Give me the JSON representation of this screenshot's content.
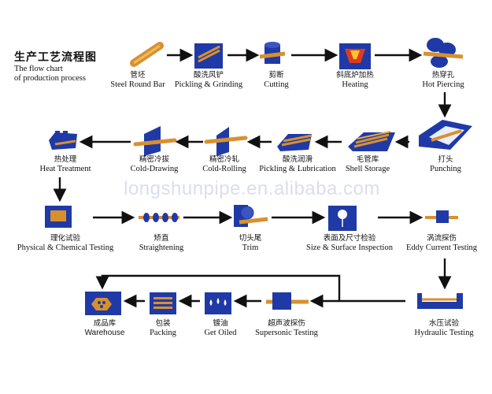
{
  "title": {
    "cn": "生产工艺流程图",
    "en_line1": "The flow chart",
    "en_line2": "of production process"
  },
  "watermark": "longshunpipe.en.alibaba.com",
  "colors": {
    "box": "#1f3aa6",
    "tube": "#d8902e",
    "arrow": "#111111"
  },
  "steps": [
    {
      "id": "steel-round-bar",
      "cn": "管坯",
      "en": "Steel Round Bar",
      "icon": "round-bar-icon"
    },
    {
      "id": "pickling-grinding",
      "cn": "酸洗风铲",
      "en": "Pickling & Grinding",
      "icon": "grinding-icon"
    },
    {
      "id": "cutting",
      "cn": "剪断",
      "en": "Cutting",
      "icon": "cutting-icon"
    },
    {
      "id": "heating",
      "cn": "斜底炉加热",
      "en": "Heating",
      "icon": "furnace-icon"
    },
    {
      "id": "hot-piercing",
      "cn": "热穿孔",
      "en": "Hot Piercing",
      "icon": "piercing-rolls-icon"
    },
    {
      "id": "punching",
      "cn": "打头",
      "en": "Punching",
      "icon": "punching-icon"
    },
    {
      "id": "shell-storage",
      "cn": "毛管库",
      "en": "Shell Storage",
      "icon": "tube-stack-icon"
    },
    {
      "id": "pickling-lubrication",
      "cn": "酸洗润滑",
      "en": "Pickling & Lubrication",
      "icon": "pickling-tank-icon"
    },
    {
      "id": "cold-rolling",
      "cn": "精密冷轧",
      "en": "Cold-Rolling",
      "icon": "cold-rolling-icon"
    },
    {
      "id": "cold-drawing",
      "cn": "精密冷拔",
      "en": "Cold-Drawing",
      "icon": "cold-drawing-icon"
    },
    {
      "id": "heat-treatment",
      "cn": "热处理",
      "en": "Heat Treatment",
      "icon": "heat-treatment-icon"
    },
    {
      "id": "physical-chemical-testing",
      "cn": "理化试验",
      "en": "Physical & Chemical Testing",
      "icon": "lab-test-icon"
    },
    {
      "id": "straightening",
      "cn": "矫直",
      "en": "Straightening",
      "icon": "straightening-icon"
    },
    {
      "id": "trim",
      "cn": "切头尾",
      "en": "Trim",
      "icon": "saw-icon"
    },
    {
      "id": "size-surface-inspection",
      "cn": "表面及尺寸检验",
      "en": "Size & Surface Inspection",
      "icon": "inspection-icon"
    },
    {
      "id": "eddy-current-testing",
      "cn": "涡流探伤",
      "en": "Eddy Current Testing",
      "icon": "eddy-current-icon"
    },
    {
      "id": "hydraulic-testing",
      "cn": "水压试验",
      "en": "Hydraulic Testing",
      "icon": "hydraulic-icon"
    },
    {
      "id": "supersonic-testing",
      "cn": "超声波探伤",
      "en": "Supersonic Testing",
      "icon": "ultrasonic-icon"
    },
    {
      "id": "get-oiled",
      "cn": "镀油",
      "en": "Get Oiled",
      "icon": "oil-drops-icon"
    },
    {
      "id": "packing",
      "cn": "包装",
      "en": "Packing",
      "icon": "bundle-icon"
    },
    {
      "id": "warehouse",
      "cn": "成品库",
      "en": "Warehouse",
      "icon": "warehouse-icon"
    }
  ]
}
